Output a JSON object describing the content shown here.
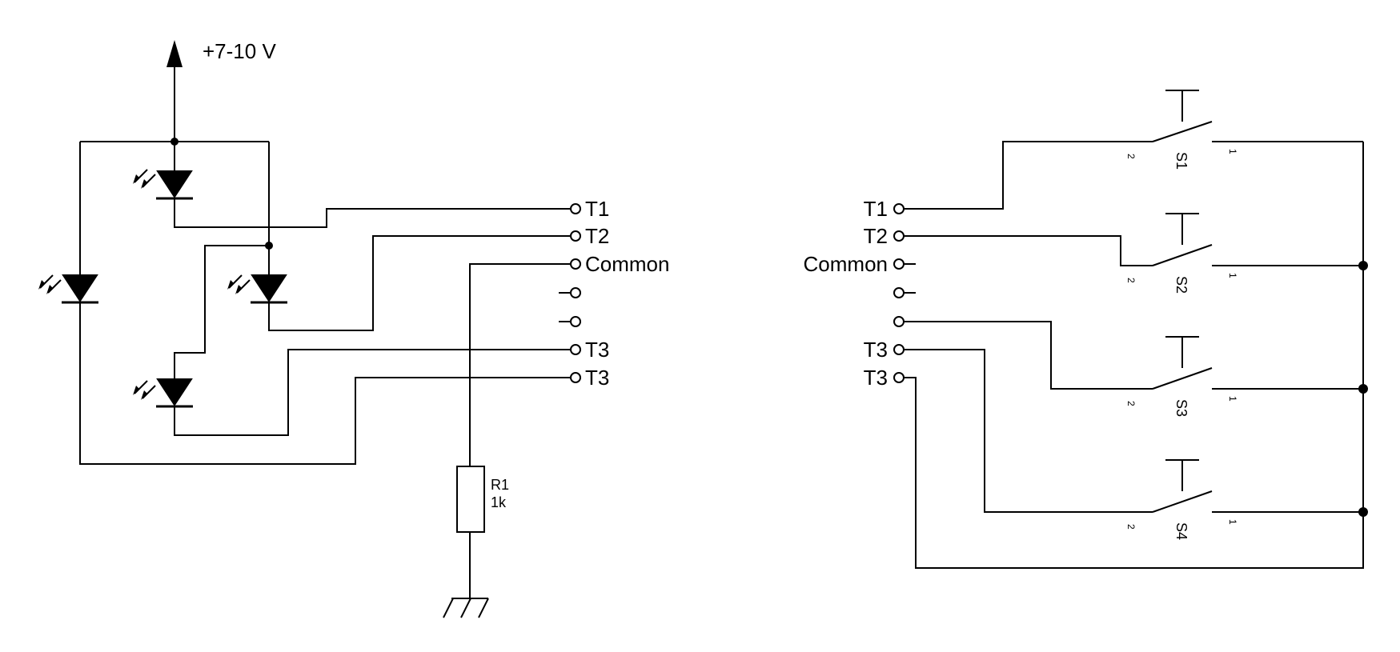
{
  "supply": {
    "label": "+7-10 V"
  },
  "left_terminals": {
    "t1": "T1",
    "t2": "T2",
    "common": "Common",
    "t3a": "T3",
    "t3b": "T3"
  },
  "right_terminals": {
    "t1": "T1",
    "t2": "T2",
    "common": "Common",
    "t3a": "T3",
    "t3b": "T3"
  },
  "resistor": {
    "name": "R1",
    "value": "1k"
  },
  "switches": [
    {
      "name": "S1",
      "pin_left": "2",
      "pin_right": "1"
    },
    {
      "name": "S2",
      "pin_left": "2",
      "pin_right": "1"
    },
    {
      "name": "S3",
      "pin_left": "2",
      "pin_right": "1"
    },
    {
      "name": "S4",
      "pin_left": "2",
      "pin_right": "1"
    }
  ]
}
